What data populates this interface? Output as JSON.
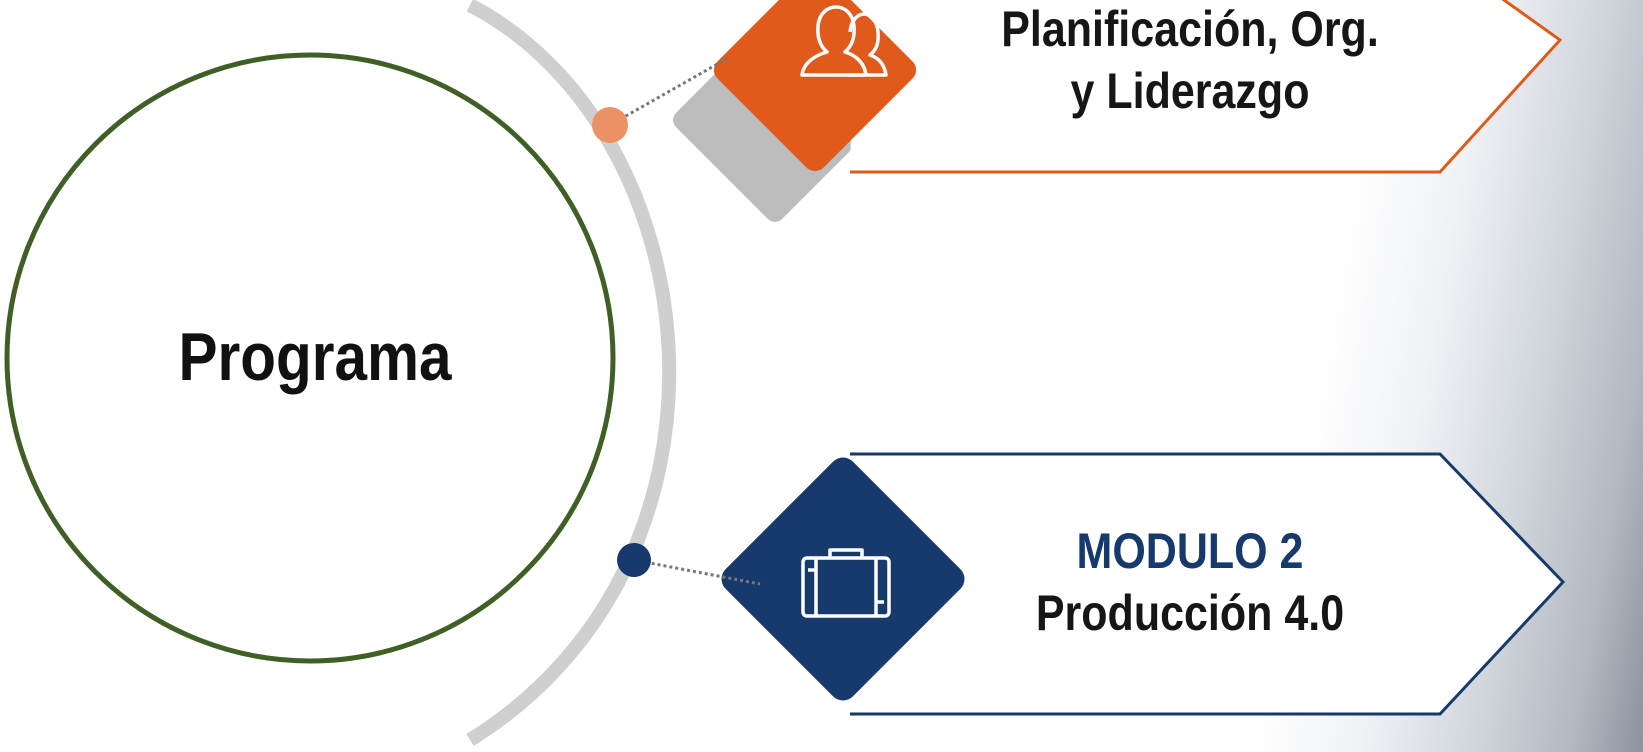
{
  "center": {
    "label": "Programa"
  },
  "cards": [
    {
      "module_title": "",
      "lines": [
        "Planificación, Org.",
        "y Liderazgo"
      ],
      "icon": "users-icon",
      "accent": "#e05a1b"
    },
    {
      "module_title": "MODULO 2",
      "lines": [
        "Producción 4.0"
      ],
      "icon": "briefcase-icon",
      "accent": "#163a6b"
    }
  ],
  "colors": {
    "circle_stroke": "#3f5f25",
    "arc": "#cfcfcf",
    "shadow": "#bdbdbd",
    "dot_orange": "#ec9065",
    "dot_navy": "#163a6b",
    "text": "#161616"
  }
}
